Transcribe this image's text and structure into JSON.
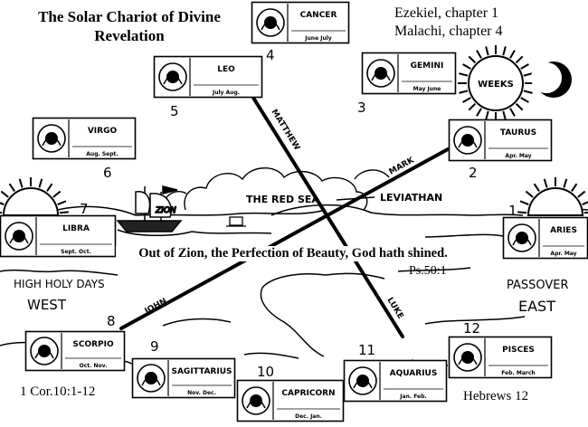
{
  "title": "The Solar Chariot of Divine Revelation",
  "references_top": [
    "Ezekiel, chapter 1",
    "Malachi, chapter 4"
  ],
  "signs": [
    {
      "number": "1",
      "name": "ARIES",
      "months": [
        "Apr.",
        "May"
      ]
    },
    {
      "number": "2",
      "name": "TAURUS",
      "months": [
        "Apr.",
        "May"
      ]
    },
    {
      "number": "3",
      "name": "GEMINI",
      "months": [
        "May",
        "June"
      ]
    },
    {
      "number": "4",
      "name": "CANCER",
      "months": [
        "June",
        "July"
      ]
    },
    {
      "number": "5",
      "name": "LEO",
      "months": [
        "July",
        "Aug."
      ]
    },
    {
      "number": "6",
      "name": "VIRGO",
      "months": [
        "Aug.",
        "Sept."
      ]
    },
    {
      "number": "7",
      "name": "LIBRA",
      "months": [
        "Sept.",
        "Oct."
      ]
    },
    {
      "number": "8",
      "name": "SCORPIO",
      "months": [
        "Oct.",
        "Nov."
      ]
    },
    {
      "number": "9",
      "name": "SAGITTARIUS",
      "months": [
        "Nov.",
        "Dec."
      ]
    },
    {
      "number": "10",
      "name": "CAPRICORN",
      "months": [
        "Dec.",
        "Jan."
      ]
    },
    {
      "number": "11",
      "name": "AQUARIUS",
      "months": [
        "Jan.",
        "Feb."
      ]
    },
    {
      "number": "12",
      "name": "PISCES",
      "months": [
        "Feb.",
        "March"
      ]
    }
  ],
  "gospels": {
    "matthew": "MATTHEW",
    "mark": "MARK",
    "luke": "LUKE",
    "john": "JOHN"
  },
  "sea_labels": {
    "red_sea": "THE RED SEA",
    "leviathan": "LEVIATHAN",
    "zion": "ZION"
  },
  "sun_label": "WEEKS",
  "caption": "Out of Zion, the Perfection of Beauty, God hath shined.",
  "psalm_ref": "Ps.50:1",
  "west": {
    "note": "HIGH HOLY DAYS",
    "label": "WEST"
  },
  "east": {
    "note": "PASSOVER",
    "label": "EAST"
  },
  "ref_bottom_left": "1 Cor.10:1-12",
  "ref_bottom_right": "Hebrews 12"
}
